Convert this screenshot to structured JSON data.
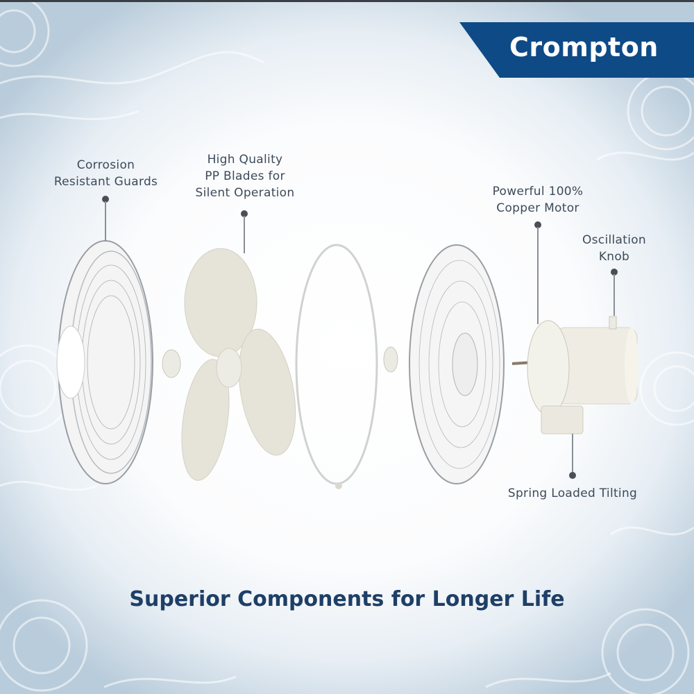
{
  "brand": {
    "name": "Crompton",
    "color": "#0e4a86"
  },
  "callouts": [
    {
      "id": "guards",
      "lines": [
        "Corrosion",
        "Resistant Guards"
      ]
    },
    {
      "id": "blades",
      "lines": [
        "High Quality",
        "PP Blades for",
        "Silent Operation"
      ]
    },
    {
      "id": "motor",
      "lines": [
        "Powerful 100%",
        "Copper Motor"
      ]
    },
    {
      "id": "knob",
      "lines": [
        "Oscillation",
        "Knob"
      ]
    },
    {
      "id": "tilt",
      "lines": [
        "Spring Loaded Tilting"
      ]
    }
  ],
  "tagline": "Superior Components for Longer Life",
  "colors": {
    "text": "#3d4a5a",
    "tagline": "#1e3f66",
    "parts": "#e9e7dc"
  }
}
